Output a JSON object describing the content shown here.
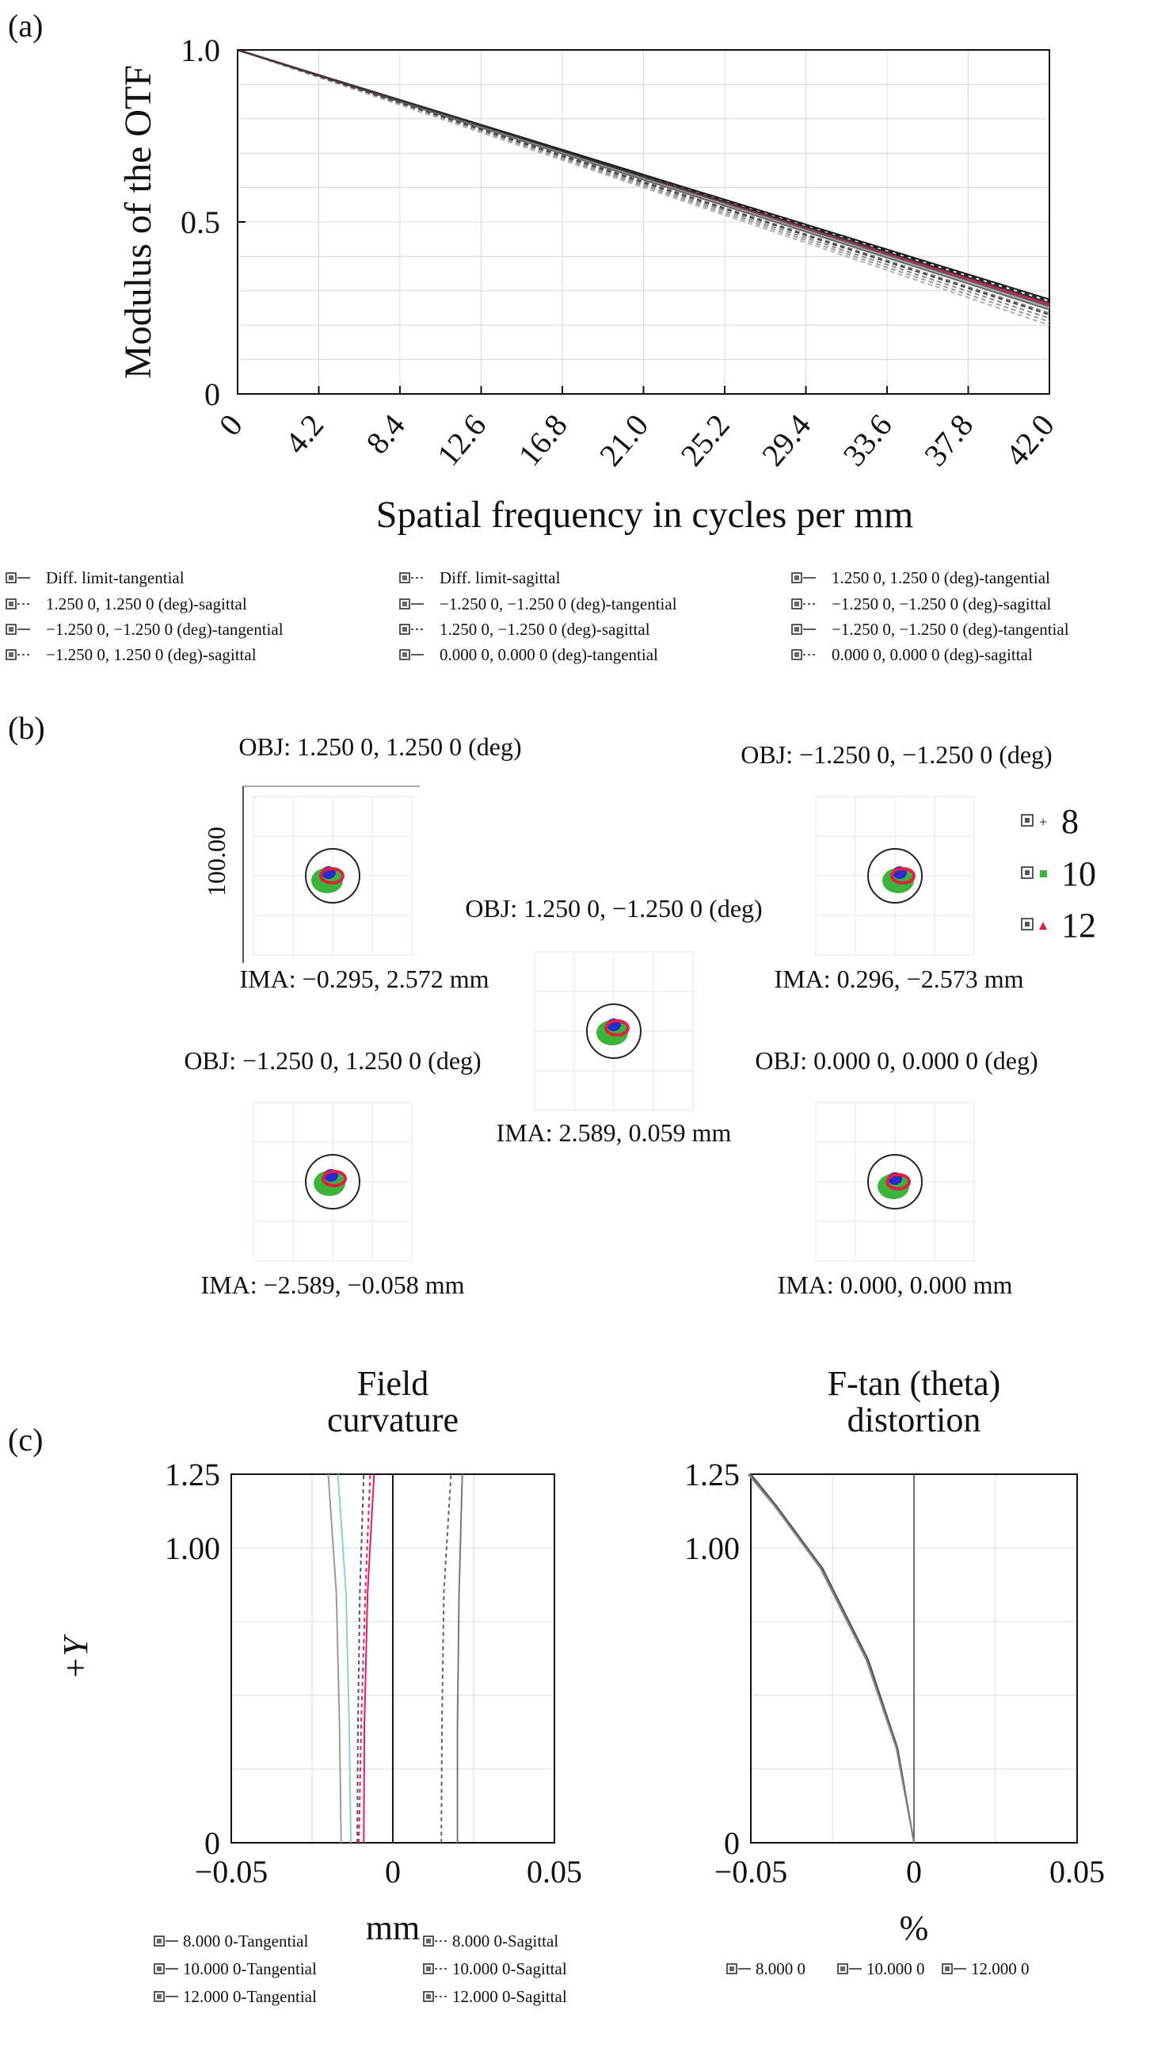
{
  "panels": [
    {
      "label": "(a)",
      "type": "line",
      "ylabel": "Modulus of the OTF",
      "xlabel": "Spatial frequency in cycles per mm",
      "xlim": [
        0,
        42
      ],
      "ylim": [
        0,
        1.0
      ],
      "xticks": [
        "0",
        "4.2",
        "8.4",
        "12.6",
        "16.8",
        "21.0",
        "25.2",
        "29.4",
        "33.6",
        "37.8",
        "42.0"
      ],
      "yticks": [
        "0",
        "0.5",
        "1.0"
      ],
      "series": [
        {
          "name": "Diff. limit-tangential",
          "dash": false,
          "color": "#1a1a1a",
          "x": [
            0,
            42
          ],
          "y": [
            1.0,
            0.275
          ]
        },
        {
          "name": "Diff. limit-sagittal",
          "dash": true,
          "color": "#1a1a1a",
          "x": [
            0,
            42
          ],
          "y": [
            1.0,
            0.27
          ]
        },
        {
          "name": "1.250 0, 1.250 0 (deg)-tangential",
          "dash": false,
          "color": "#e0205a",
          "x": [
            0,
            42
          ],
          "y": [
            1.0,
            0.26
          ]
        },
        {
          "name": "1.250 0, 1.250 0 (deg)-sagittal",
          "dash": true,
          "color": "#777777",
          "x": [
            0,
            42
          ],
          "y": [
            1.0,
            0.235
          ]
        },
        {
          "name": "−1.250 0, −1.250 0 (deg)-tangential",
          "dash": false,
          "color": "#555555",
          "x": [
            0,
            42
          ],
          "y": [
            1.0,
            0.255
          ]
        },
        {
          "name": "−1.250 0, −1.250 0 (deg)-sagittal",
          "dash": true,
          "color": "#888888",
          "x": [
            0,
            42
          ],
          "y": [
            1.0,
            0.22
          ]
        },
        {
          "name": "−1.250 0, −1.250 0 (deg)-tangential",
          "dash": false,
          "color": "#aaaaaa",
          "x": [
            0,
            42
          ],
          "y": [
            1.0,
            0.25
          ]
        },
        {
          "name": "1.250 0, −1.250 0 (deg)-sagittal",
          "dash": true,
          "color": "#999999",
          "x": [
            0,
            42
          ],
          "y": [
            1.0,
            0.21
          ]
        },
        {
          "name": "−1.250 0, −1.250 0 (deg)-tangential",
          "dash": false,
          "color": "#666666",
          "x": [
            0,
            42
          ],
          "y": [
            1.0,
            0.245
          ]
        },
        {
          "name": "−1.250 0, 1.250 0 (deg)-sagittal",
          "dash": true,
          "color": "#b0b0b0",
          "x": [
            0,
            42
          ],
          "y": [
            1.0,
            0.2
          ]
        },
        {
          "name": "0.000 0, 0.000 0 (deg)-tangential",
          "dash": false,
          "color": "#333333",
          "x": [
            0,
            42
          ],
          "y": [
            1.0,
            0.265
          ]
        },
        {
          "name": "0.000 0, 0.000 0 (deg)-sagittal",
          "dash": true,
          "color": "#444444",
          "x": [
            0,
            42
          ],
          "y": [
            1.0,
            0.23
          ]
        }
      ]
    },
    {
      "label": "(b)",
      "type": "scatter",
      "scale_label": "100.00",
      "spots": [
        {
          "obj": "OBJ: 1.250 0, 1.250 0 (deg)",
          "ima": "IMA: −0.295, 2.572 mm"
        },
        {
          "obj": "OBJ: −1.250 0, −1.250 0 (deg)",
          "ima": "IMA: 0.296, −2.573 mm"
        },
        {
          "obj": "OBJ: 1.250 0, −1.250 0 (deg)",
          "ima": "IMA: 2.589, 0.059 mm"
        },
        {
          "obj": "OBJ: −1.250 0, 1.250 0 (deg)",
          "ima": "IMA: −2.589, −0.058 mm"
        },
        {
          "obj": "OBJ: 0.000 0, 0.000 0 (deg)",
          "ima": "IMA: 0.000, 0.000 mm"
        }
      ],
      "legend": [
        {
          "name": "8",
          "color": "#2a2ad0"
        },
        {
          "name": "10",
          "color": "#3cb43c"
        },
        {
          "name": "12",
          "color": "#e0203c"
        }
      ]
    },
    {
      "label": "(c)",
      "type": "line",
      "title": "Field curvature",
      "xlabel": "mm",
      "ylabel": "+Y",
      "xlim": [
        -0.05,
        0.05
      ],
      "ylim": [
        0,
        1.25
      ],
      "xticks": [
        "−0.05",
        "0",
        "0.05"
      ],
      "yticks": [
        "0",
        "1.00",
        "1.25"
      ],
      "series": [
        {
          "name": "8.000 0-Tangential",
          "dash": false,
          "color": "#9a9a9a",
          "x": [
            -0.016,
            -0.0165,
            -0.0175,
            -0.02
          ],
          "y": [
            0,
            0.4,
            0.85,
            1.25
          ]
        },
        {
          "name": "8.000 0-Sagittal",
          "dash": true,
          "color": "#666666",
          "x": [
            0.015,
            0.0152,
            0.0158,
            0.018
          ],
          "y": [
            0,
            0.4,
            0.85,
            1.25
          ]
        },
        {
          "name": "10.000 0-Tangential",
          "dash": false,
          "color": "#7fd6d6",
          "x": [
            -0.013,
            -0.0135,
            -0.0145,
            -0.017
          ],
          "y": [
            0,
            0.4,
            0.85,
            1.25
          ]
        },
        {
          "name": "10.000 0-Sagittal",
          "dash": true,
          "color": "#555555",
          "x": [
            -0.011,
            -0.0108,
            -0.0102,
            -0.009
          ],
          "y": [
            0,
            0.4,
            0.85,
            1.25
          ]
        },
        {
          "name": "12.000 0-Tangential",
          "dash": false,
          "color": "#e0205a",
          "x": [
            -0.009,
            -0.0088,
            -0.0078,
            -0.0058
          ],
          "y": [
            0,
            0.4,
            0.85,
            1.25
          ]
        },
        {
          "name": "12.000 0-Sagittal",
          "dash": true,
          "color": "#e0205a",
          "x": [
            -0.0105,
            -0.0098,
            -0.0085,
            -0.007
          ],
          "y": [
            0,
            0.4,
            0.85,
            1.25
          ]
        },
        {
          "name": "",
          "dash": false,
          "color": "#1a1a1a",
          "x": [
            0,
            0
          ],
          "y": [
            0,
            1.25
          ]
        },
        {
          "name": "",
          "dash": false,
          "color": "#777777",
          "x": [
            0.02,
            0.02,
            0.0205,
            0.0215
          ],
          "y": [
            0,
            0.4,
            0.85,
            1.25
          ]
        }
      ]
    },
    {
      "label": "",
      "type": "line",
      "title": "F-tan (theta) distortion",
      "xlabel": "%",
      "ylabel": "",
      "xlim": [
        -0.05,
        0.05
      ],
      "ylim": [
        0,
        1.25
      ],
      "xticks": [
        "−0.05",
        "0",
        "0.05"
      ],
      "yticks": [
        "0",
        "1.00",
        "1.25"
      ],
      "series": [
        {
          "name": "8.000 0",
          "color": "#444444",
          "x": [
            0,
            -0.005,
            -0.014,
            -0.028,
            -0.042,
            -0.05
          ],
          "y": [
            0,
            0.32,
            0.62,
            0.93,
            1.14,
            1.25
          ]
        },
        {
          "name": "10.000 0",
          "color": "#666666",
          "x": [
            0,
            -0.0052,
            -0.0143,
            -0.0283,
            -0.0423,
            -0.0504
          ],
          "y": [
            0,
            0.32,
            0.62,
            0.93,
            1.14,
            1.25
          ]
        },
        {
          "name": "12.000 0",
          "color": "#888888",
          "x": [
            0,
            -0.0054,
            -0.0146,
            -0.0286,
            -0.0426,
            -0.0508
          ],
          "y": [
            0,
            0.32,
            0.62,
            0.93,
            1.14,
            1.25
          ]
        }
      ]
    }
  ]
}
